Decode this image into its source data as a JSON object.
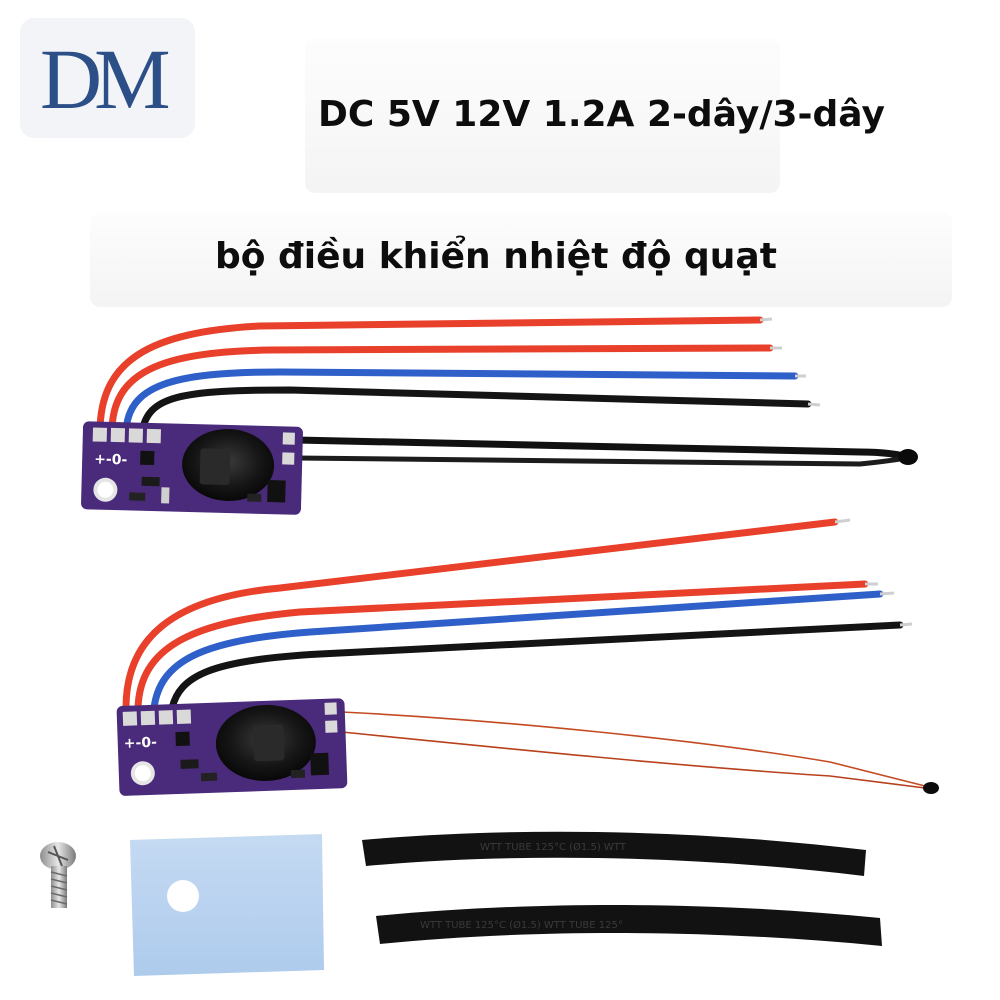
{
  "product": {
    "title_line_1": "DC 5V 12V 1.2A 2-dây/3-dây",
    "title_line_2": "bộ điều khiển nhiệt độ quạt"
  },
  "logo": {
    "text": "DM",
    "color": "#2b4f86"
  },
  "board": {
    "silkscreen": "+-0-",
    "pcb_color": "#4a2a7a"
  },
  "tubing": {
    "print_top": "WTT TUBE 125°C (Ø1.5) WTT",
    "print_bottom": "WTT TUBE 125°C (Ø1.5) WTT TUBE 125°"
  },
  "wire_colors": {
    "red": "#e8402a",
    "blue": "#2f5fc8",
    "black": "#141414"
  }
}
